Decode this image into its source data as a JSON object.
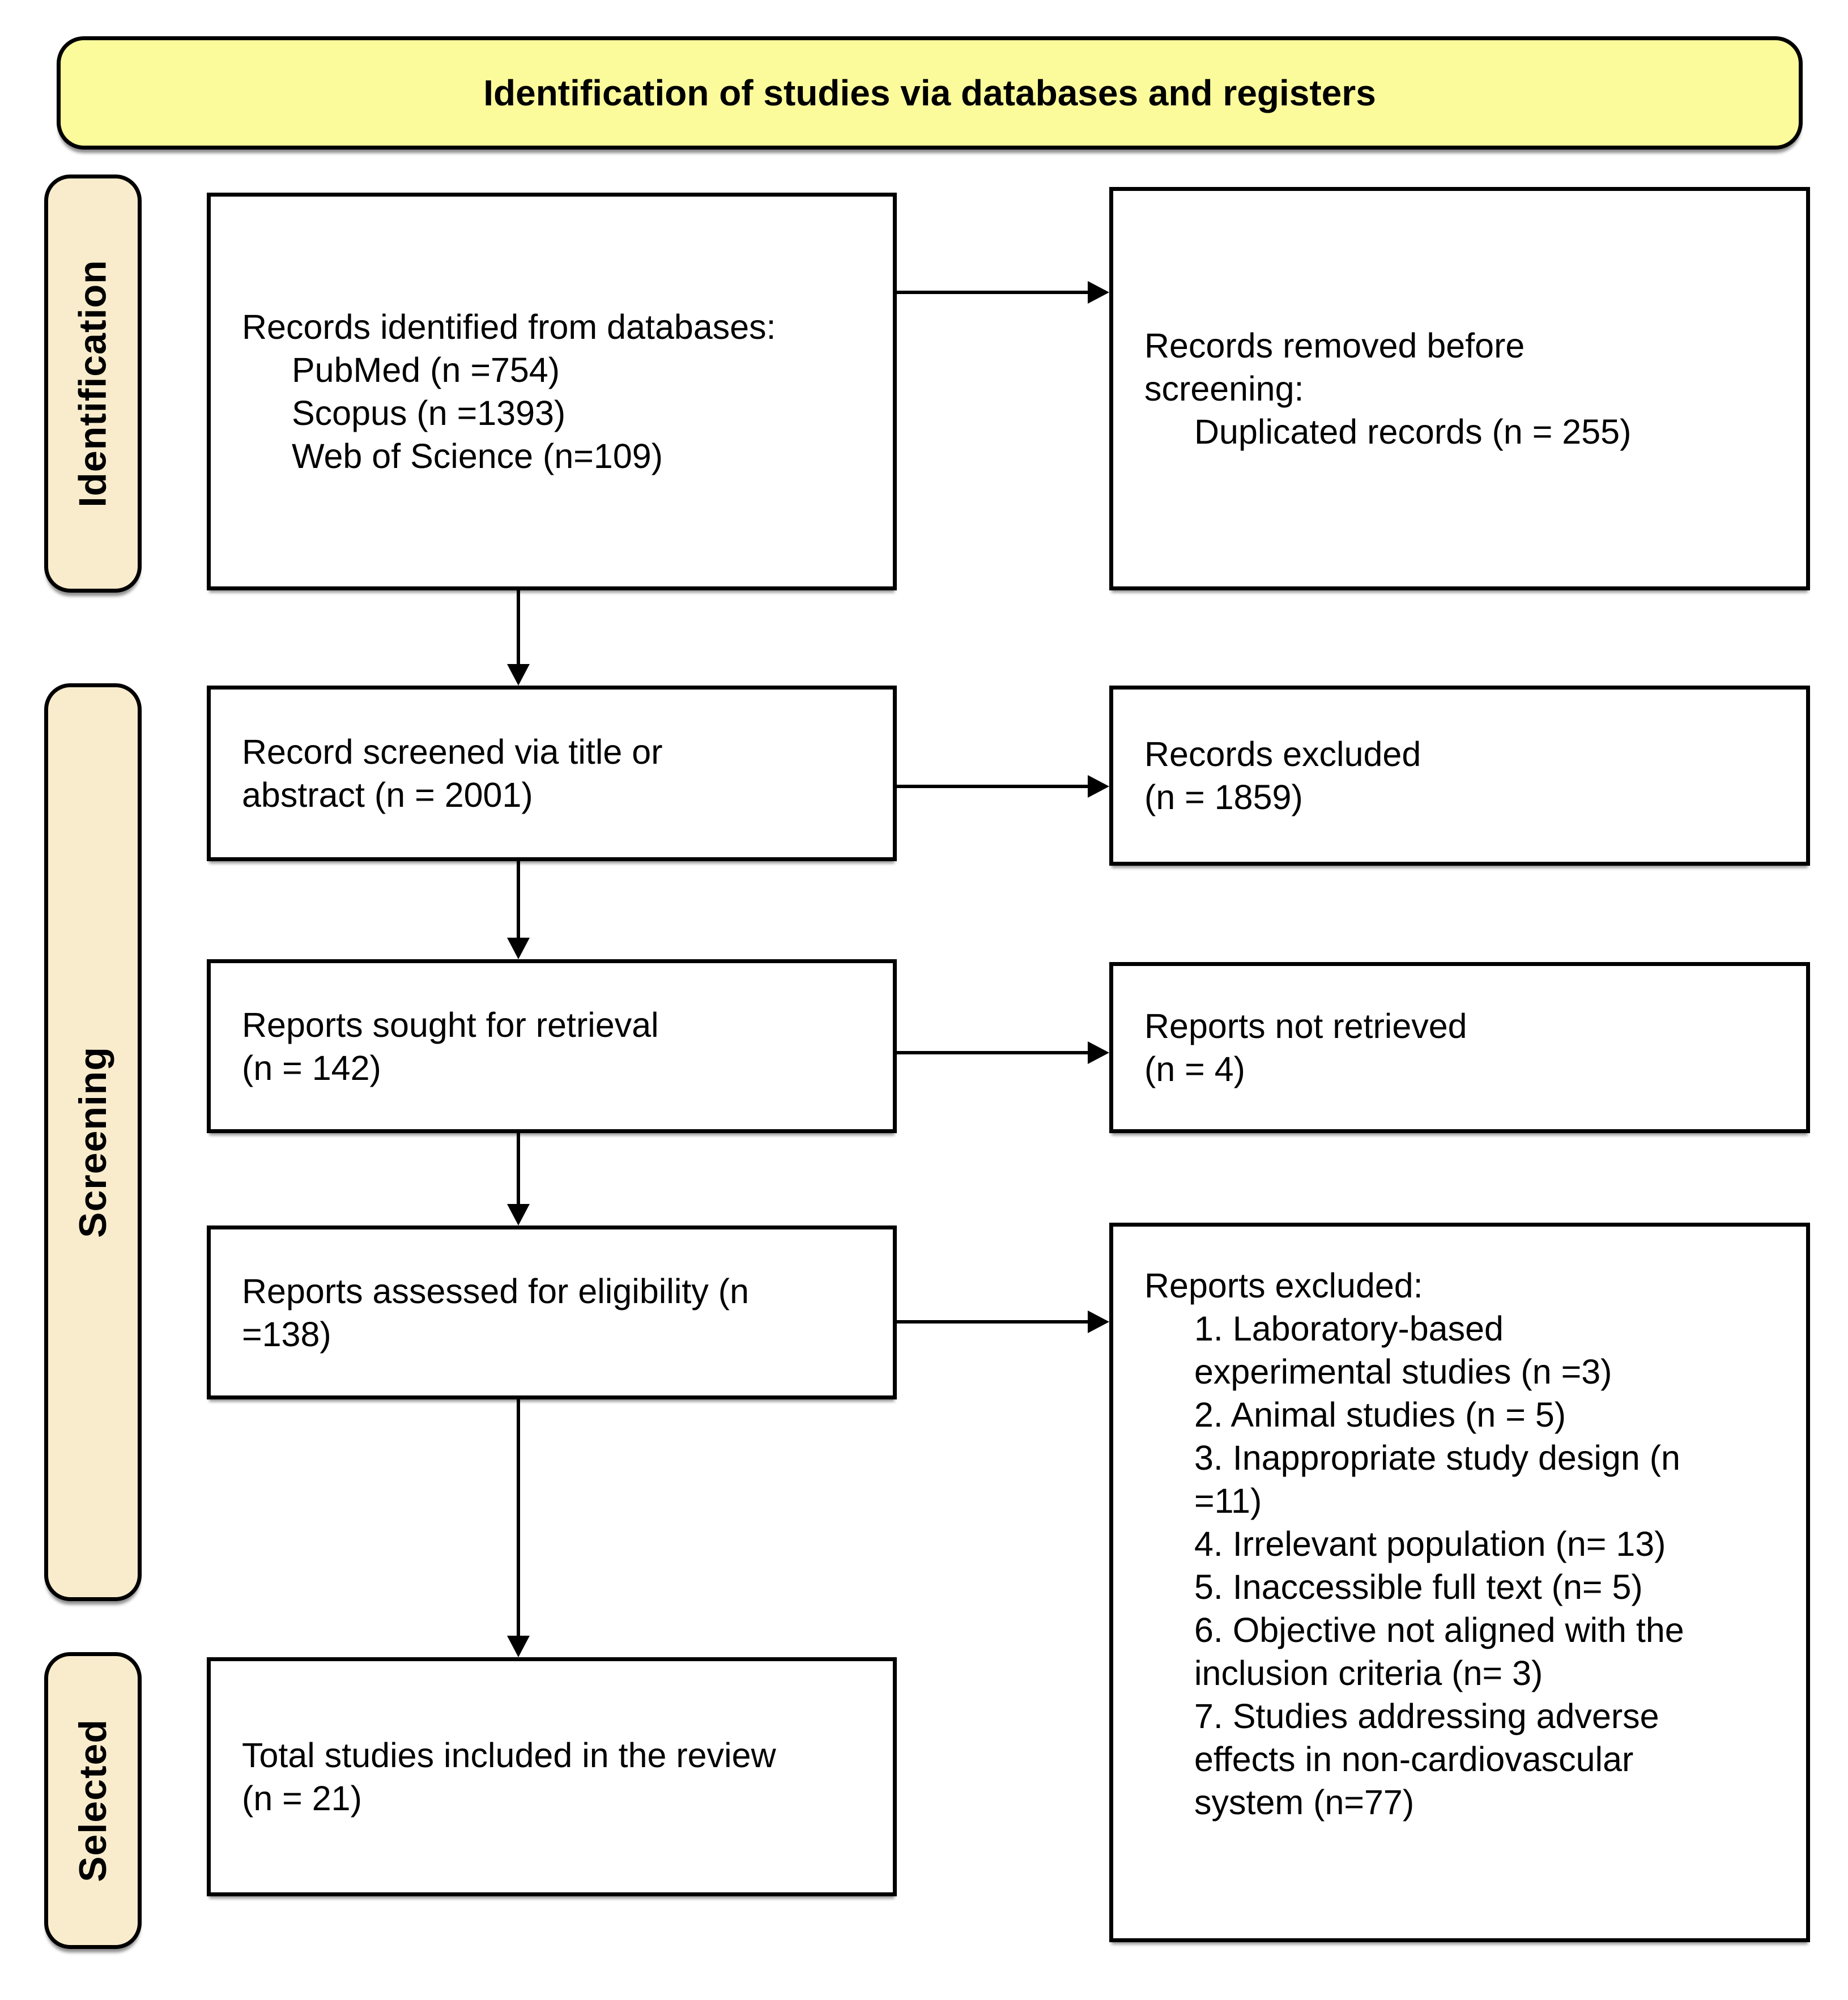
{
  "title": "Identification of studies via databases and registers",
  "colors": {
    "banner_bg": "#fbfb9b",
    "stage_label_bg": "#f8eccc",
    "border": "#000000",
    "box_bg": "#ffffff"
  },
  "stage_labels": {
    "identification": "Identification",
    "screening": "Screening",
    "selected": "Selected"
  },
  "boxes": {
    "records_identified": {
      "heading": "Records identified from databases:",
      "items": [
        "PubMed (n =754)",
        "Scopus (n =1393)",
        "Web of Science (n=109)"
      ]
    },
    "records_removed": {
      "heading": "Records removed before screening:",
      "items": [
        "Duplicated records (n = 255)"
      ]
    },
    "records_screened": {
      "lines": [
        "Record screened via title or",
        "abstract (n = 2001)"
      ]
    },
    "records_excluded": {
      "lines": [
        "Records excluded",
        "(n = 1859)"
      ]
    },
    "reports_sought": {
      "lines": [
        "Reports sought for retrieval",
        "(n = 142)"
      ]
    },
    "reports_not_retrieved": {
      "lines": [
        "Reports not retrieved",
        "(n = 4)"
      ]
    },
    "reports_assessed": {
      "lines": [
        "Reports assessed for eligibility (n",
        "=138)"
      ]
    },
    "reports_excluded": {
      "heading": "Reports excluded:",
      "items": [
        "1. Laboratory-based experimental studies (n =3)",
        "2. Animal studies (n = 5)",
        "3. Inappropriate study design (n =11)",
        "4. Irrelevant population (n= 13)",
        "5. Inaccessible full text (n= 5)",
        "6. Objective not aligned with the inclusion criteria (n= 3)",
        "7. Studies addressing adverse effects in non-cardiovascular system (n=77)"
      ]
    },
    "total_included": {
      "lines": [
        "Total studies included in the review",
        "(n = 21)"
      ]
    }
  }
}
